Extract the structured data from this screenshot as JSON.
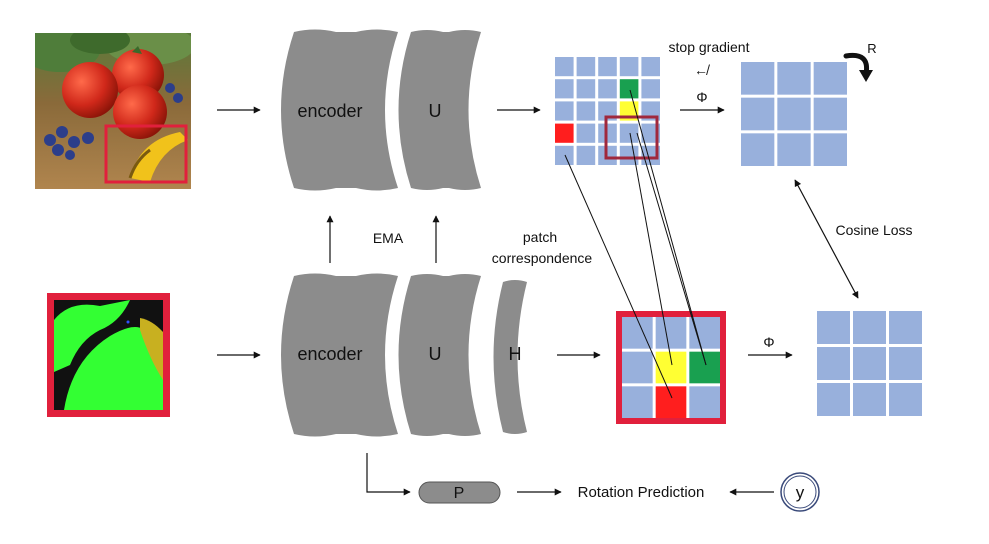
{
  "labels": {
    "encoder_top": "encoder",
    "u_top": "U",
    "encoder_bottom": "encoder",
    "u_bottom": "U",
    "h_block": "H",
    "p_block": "P",
    "ema": "EMA",
    "patch_line1": "patch",
    "patch_line2": "correspondence",
    "stop_gradient": "stop gradient",
    "stop_gradient_arrow": "↚",
    "phi_top": "Φ",
    "phi_bottom": "Φ",
    "rotation_r": "R",
    "cosine_loss": "Cosine Loss",
    "rotation_prediction": "Rotation Prediction",
    "y_label": "y"
  },
  "colors": {
    "block_gray": "#8c8c8c",
    "grid_blue": "#98b0dc",
    "highlight_red": "#ff1e1e",
    "highlight_yellow": "#ffff33",
    "highlight_green": "#19a050",
    "frame_red": "#e1203c",
    "frame_maroon": "#a0283c",
    "crop_green": "#33ff33"
  },
  "top_grid": {
    "size": 5,
    "highlights": [
      {
        "row": 1,
        "col": 3,
        "color": "green"
      },
      {
        "row": 2,
        "col": 3,
        "color": "yellow"
      },
      {
        "row": 3,
        "col": 0,
        "color": "red"
      }
    ]
  },
  "bottom_grid": {
    "size": 3,
    "highlights": [
      {
        "row": 1,
        "col": 1,
        "color": "yellow"
      },
      {
        "row": 1,
        "col": 2,
        "color": "green"
      },
      {
        "row": 2,
        "col": 1,
        "color": "red"
      }
    ]
  },
  "target_grid_size": 3,
  "output_grid_size": 3
}
